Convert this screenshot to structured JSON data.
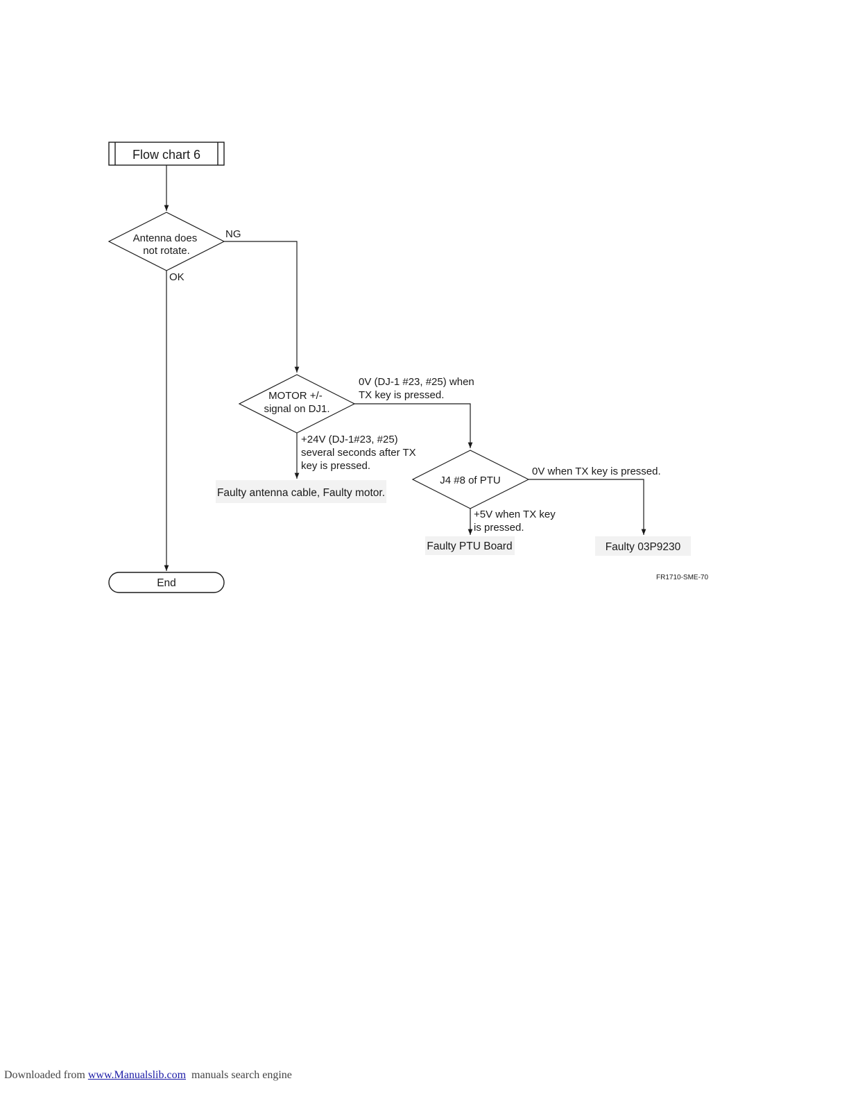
{
  "flowchart": {
    "start": "Flow chart 6",
    "decision_antenna": [
      "Antenna does",
      "not rotate."
    ],
    "label_ng": "NG",
    "label_ok": "OK",
    "decision_motor": [
      "MOTOR +/-",
      "signal on DJ1."
    ],
    "label_0v_dj1": [
      "0V (DJ-1 #23, #25) when",
      "TX key is pressed."
    ],
    "label_24v": [
      "+24V (DJ-1#23, #25)",
      "several seconds after TX",
      "key is pressed."
    ],
    "result_antenna_motor": "Faulty antenna cable, Faulty motor.",
    "decision_j4": "J4 #8 of PTU",
    "label_0v_tx": "0V when TX key is pressed.",
    "label_5v": [
      "+5V when TX key",
      "is pressed."
    ],
    "result_ptu": "Faulty PTU Board",
    "result_03p": "Faulty 03P9230",
    "end": "End",
    "figure_id": "FR1710-SME-70"
  },
  "footer": {
    "prefix": "Downloaded from ",
    "link": "www.Manualslib.com",
    "suffix": "  manuals search engine"
  }
}
